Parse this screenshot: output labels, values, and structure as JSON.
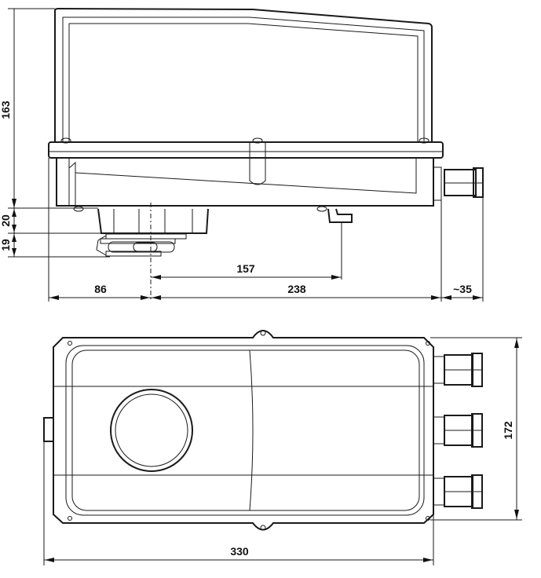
{
  "drawing": {
    "side_view": {
      "dimensions": {
        "height": "163",
        "shaft_block": "20",
        "coupling": "19",
        "stop_offset": "157",
        "left_offset": "86",
        "right_offset": "238",
        "gland_length": "~35"
      }
    },
    "top_view": {
      "dimensions": {
        "width": "172",
        "length": "330"
      }
    }
  }
}
